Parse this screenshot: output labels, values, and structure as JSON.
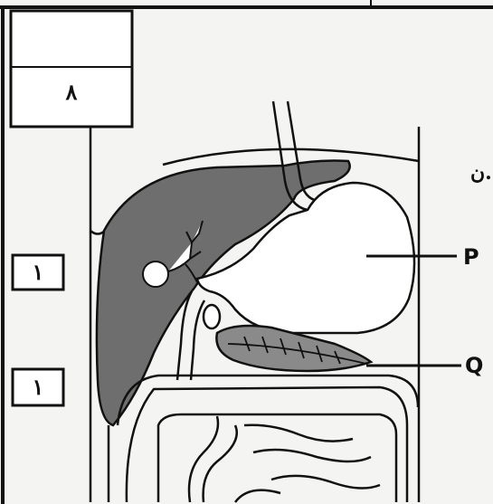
{
  "score_box": {
    "top_value": "",
    "bottom_value": "٨"
  },
  "marks": [
    {
      "value": "١"
    },
    {
      "value": "١"
    }
  ],
  "labels": {
    "p": "P",
    "q": "Q"
  },
  "cut_text": "ن."
}
